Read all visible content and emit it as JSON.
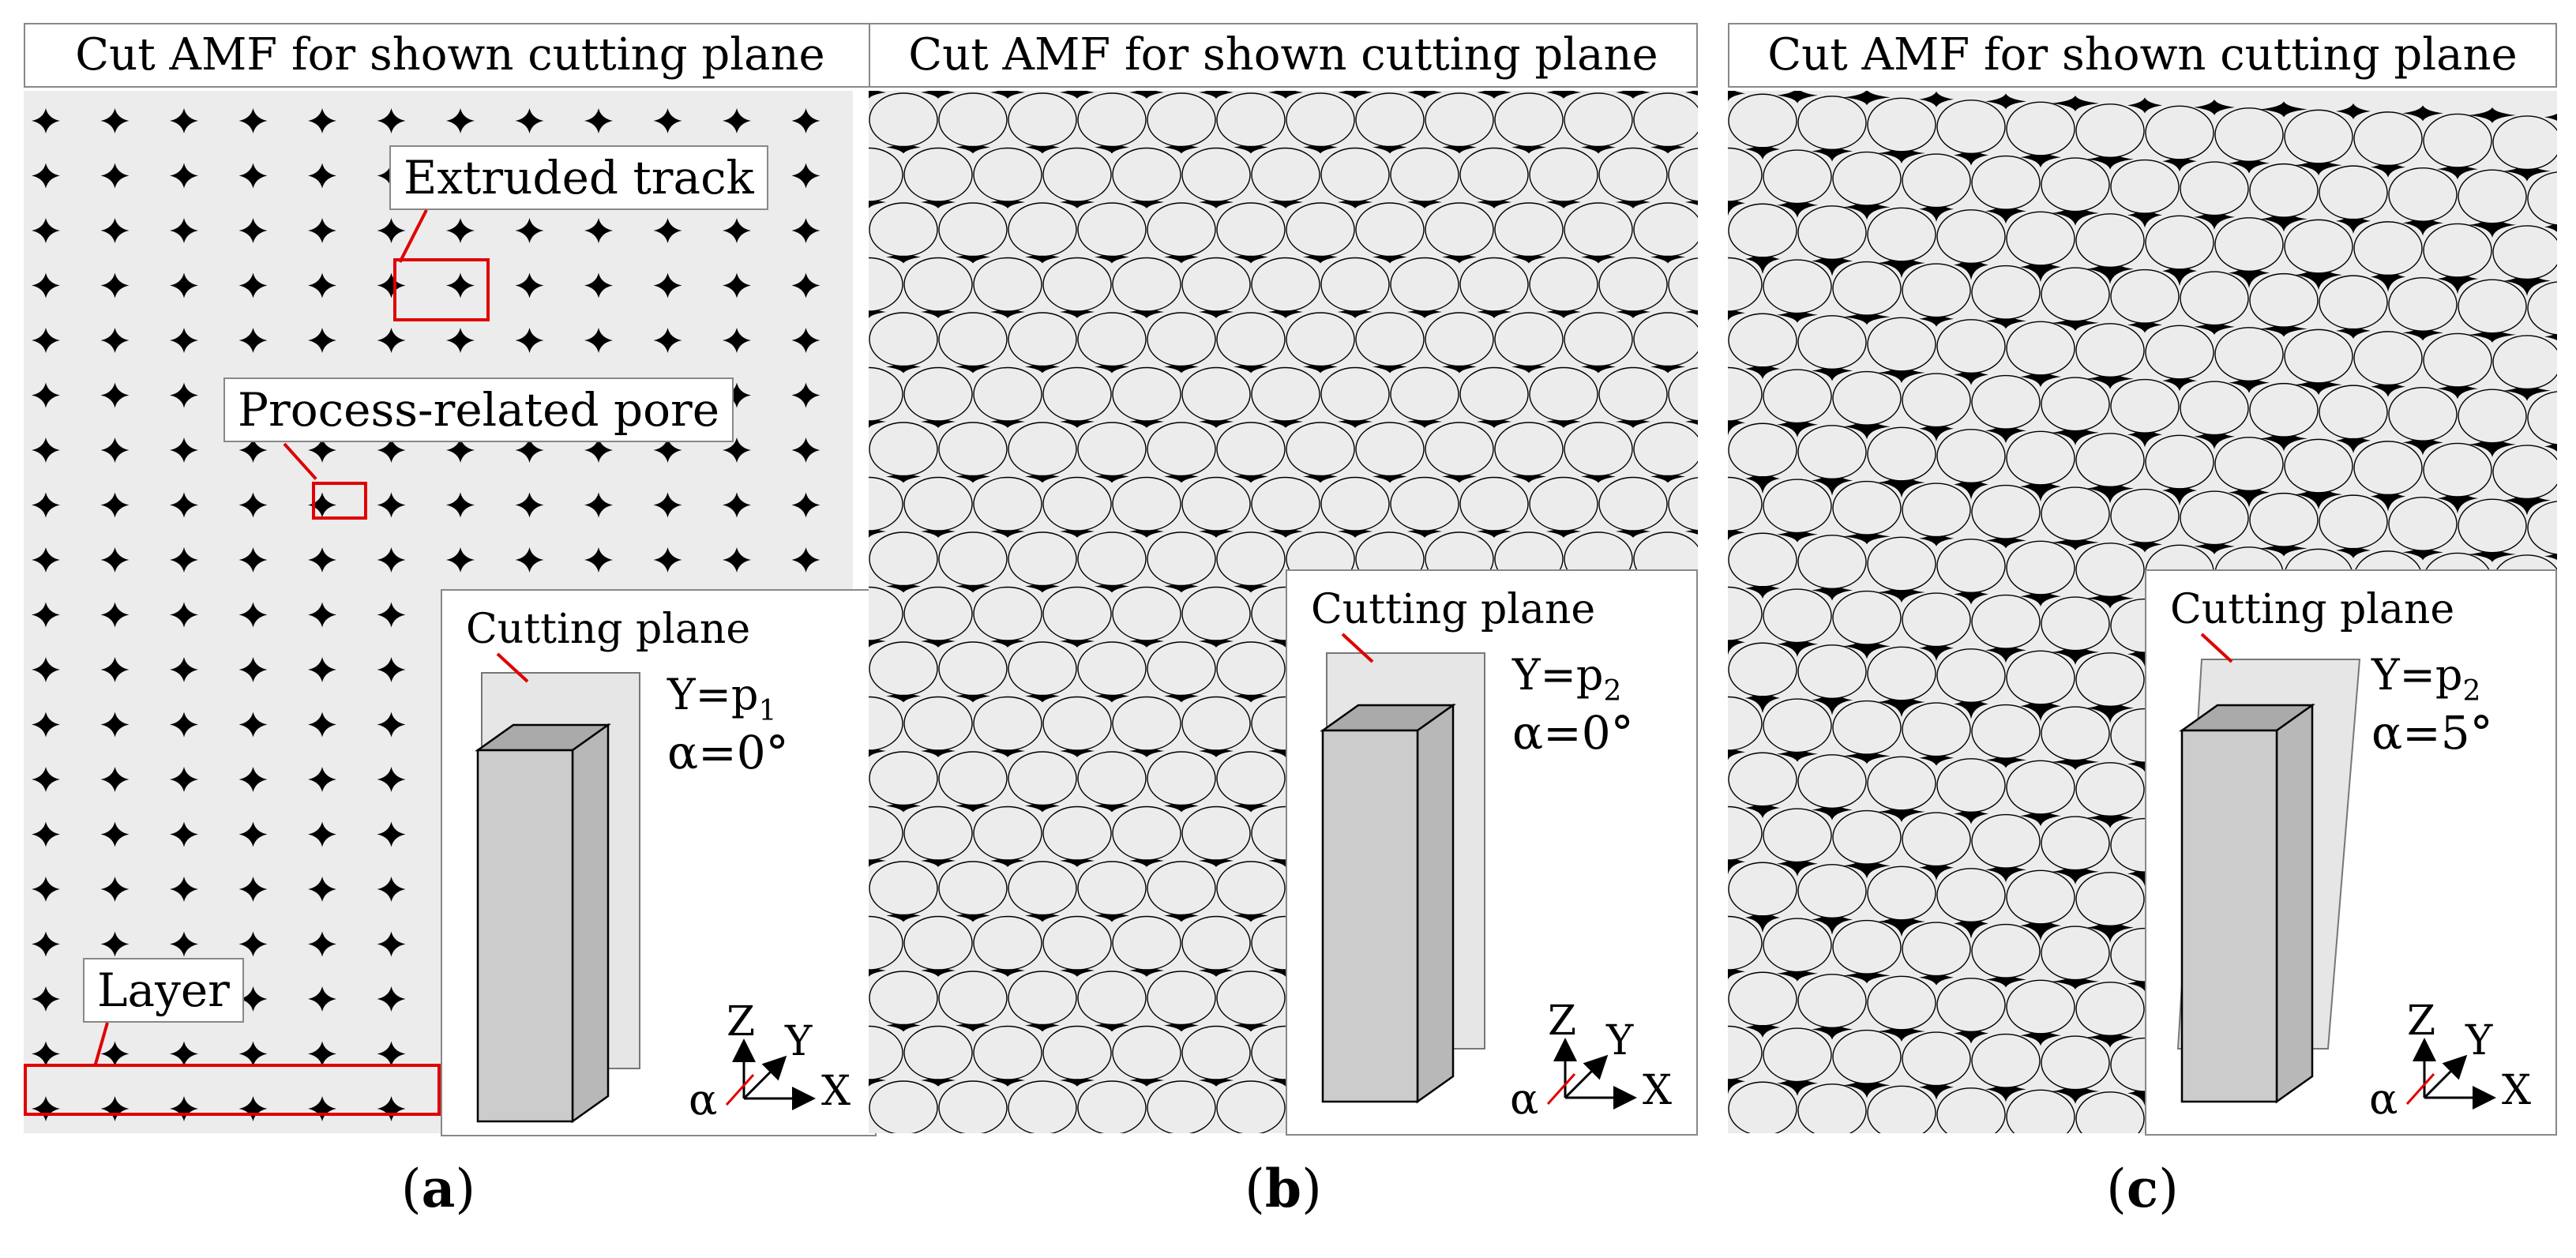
{
  "panels": [
    {
      "title": "Cut AMF for shown cutting plane",
      "caption_letter": "a",
      "pattern": "pores",
      "annotations": {
        "extruded_track": "Extruded track",
        "pore": "Process-related pore",
        "layer": "Layer"
      },
      "inset": {
        "heading": "Cutting plane",
        "y_value": "Y=p",
        "y_sub": "1",
        "alpha_value": "α=0°"
      }
    },
    {
      "title": "Cut AMF for shown cutting plane",
      "caption_letter": "b",
      "pattern": "tracks",
      "inset": {
        "heading": "Cutting plane",
        "y_value": "Y=p",
        "y_sub": "2",
        "alpha_value": "α=0°"
      }
    },
    {
      "title": "Cut AMF for shown cutting plane",
      "caption_letter": "c",
      "pattern": "tilted",
      "inset": {
        "heading": "Cutting plane",
        "y_value": "Y=p",
        "y_sub": "2",
        "alpha_value": "α=5°"
      }
    }
  ],
  "axes": {
    "z": "Z",
    "y": "Y",
    "x": "X",
    "alpha": "α"
  },
  "caption_paren_open": "(",
  "caption_paren_close": ")",
  "colors": {
    "highlight": "#e00000",
    "background": "#ececec",
    "pore": "#000000",
    "box_face": "#cccccc"
  }
}
